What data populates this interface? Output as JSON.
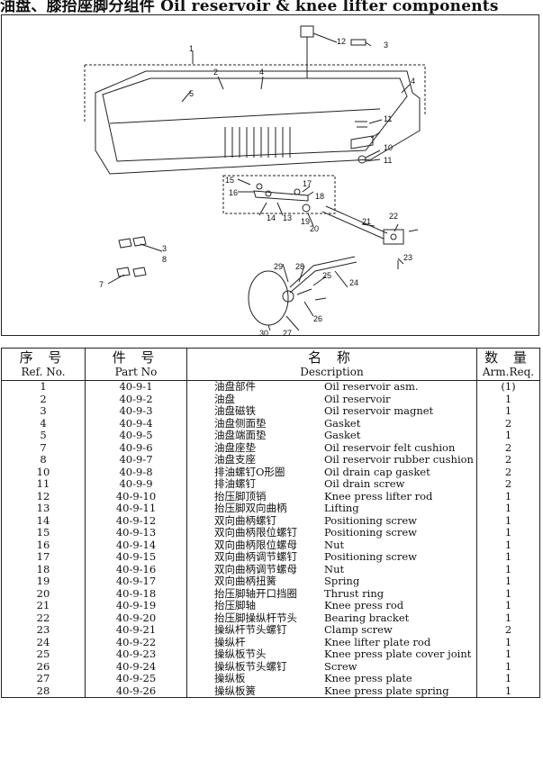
{
  "title": "油盘、膝抬座脚分组件 Oil reservoir & knee lifter components",
  "diagram": {
    "callouts": [
      {
        "num": "1"
      },
      {
        "num": "2"
      },
      {
        "num": "3"
      },
      {
        "num": "3"
      },
      {
        "num": "4"
      },
      {
        "num": "4"
      },
      {
        "num": "5"
      },
      {
        "num": "7"
      },
      {
        "num": "8"
      },
      {
        "num": "10"
      },
      {
        "num": "11"
      },
      {
        "num": "11"
      },
      {
        "num": "12"
      },
      {
        "num": "13"
      },
      {
        "num": "14"
      },
      {
        "num": "15"
      },
      {
        "num": "16"
      },
      {
        "num": "17"
      },
      {
        "num": "18"
      },
      {
        "num": "19"
      },
      {
        "num": "20"
      },
      {
        "num": "21"
      },
      {
        "num": "22"
      },
      {
        "num": "23"
      },
      {
        "num": "24"
      },
      {
        "num": "25"
      },
      {
        "num": "26"
      },
      {
        "num": "27"
      },
      {
        "num": "28"
      },
      {
        "num": "29"
      },
      {
        "num": "30"
      }
    ]
  },
  "table": {
    "headers": {
      "ref_cn": "序 号",
      "ref_en": "Ref. No.",
      "part_cn": "件 号",
      "part_en": "Part No",
      "desc_cn": "名 称",
      "desc_en": "Description",
      "qty_cn": "数 量",
      "qty_en": "Arm.Req."
    },
    "rows": [
      {
        "ref": "1",
        "part": "40-9-1",
        "cn": "油盘部件",
        "en": "Oil reservoir asm.",
        "qty": "(1)"
      },
      {
        "ref": "2",
        "part": "40-9-2",
        "cn": "油盘",
        "en": "Oil reservoir",
        "qty": "1"
      },
      {
        "ref": "3",
        "part": "40-9-3",
        "cn": "油盘磁铁",
        "en": "Oil reservoir magnet",
        "qty": "1"
      },
      {
        "ref": "4",
        "part": "40-9-4",
        "cn": "油盘侧面垫",
        "en": "Gasket",
        "qty": "2"
      },
      {
        "ref": "5",
        "part": "40-9-5",
        "cn": "油盘端面垫",
        "en": "Gasket",
        "qty": "1"
      },
      {
        "ref": "7",
        "part": "40-9-6",
        "cn": "油盘座垫",
        "en": "Oil reservoir felt cushion",
        "qty": "2"
      },
      {
        "ref": "8",
        "part": "40-9-7",
        "cn": "油盘支座",
        "en": "Oil reservoir rubber cushion",
        "qty": "2"
      },
      {
        "ref": "10",
        "part": "40-9-8",
        "cn": "排油螺钉O形圈",
        "en": "Oil drain cap gasket",
        "qty": "2"
      },
      {
        "ref": "11",
        "part": "40-9-9",
        "cn": "排油螺钉",
        "en": "Oil drain screw",
        "qty": "2"
      },
      {
        "ref": "12",
        "part": "40-9-10",
        "cn": "抬压脚顶销",
        "en": "Knee press lifter rod",
        "qty": "1"
      },
      {
        "ref": "13",
        "part": "40-9-11",
        "cn": "抬压脚双向曲柄",
        "en": "Lifting",
        "qty": "1"
      },
      {
        "ref": "14",
        "part": "40-9-12",
        "cn": "双向曲柄螺钉",
        "en": "Positioning screw",
        "qty": "1"
      },
      {
        "ref": "15",
        "part": "40-9-13",
        "cn": "双向曲柄限位螺钉",
        "en": "Positioning screw",
        "qty": "1"
      },
      {
        "ref": "16",
        "part": "40-9-14",
        "cn": "双向曲柄限位螺母",
        "en": "Nut",
        "qty": "1"
      },
      {
        "ref": "17",
        "part": "40-9-15",
        "cn": "双向曲柄调节螺钉",
        "en": "Positioning screw",
        "qty": "1"
      },
      {
        "ref": "18",
        "part": "40-9-16",
        "cn": "双向曲柄调节螺母",
        "en": "Nut",
        "qty": "1"
      },
      {
        "ref": "19",
        "part": "40-9-17",
        "cn": "双向曲柄扭簧",
        "en": "Spring",
        "qty": "1"
      },
      {
        "ref": "20",
        "part": "40-9-18",
        "cn": "抬压脚轴开口挡圈",
        "en": "Thrust ring",
        "qty": "1"
      },
      {
        "ref": "21",
        "part": "40-9-19",
        "cn": "抬压脚轴",
        "en": "Knee press rod",
        "qty": "1"
      },
      {
        "ref": "22",
        "part": "40-9-20",
        "cn": "抬压脚操纵杆节头",
        "en": "Bearing bracket",
        "qty": "1"
      },
      {
        "ref": "23",
        "part": "40-9-21",
        "cn": "操纵杆节头螺钉",
        "en": "Clamp screw",
        "qty": "2"
      },
      {
        "ref": "24",
        "part": "40-9-22",
        "cn": "操纵杆",
        "en": "Knee lifter plate rod",
        "qty": "1"
      },
      {
        "ref": "25",
        "part": "40-9-23",
        "cn": "操纵板节头",
        "en": "Knee press plate cover joint",
        "qty": "1"
      },
      {
        "ref": "26",
        "part": "40-9-24",
        "cn": "操纵板节头螺钉",
        "en": "Screw",
        "qty": "1"
      },
      {
        "ref": "27",
        "part": "40-9-25",
        "cn": "操纵板",
        "en": "Knee press plate",
        "qty": "1"
      },
      {
        "ref": "28",
        "part": "40-9-26",
        "cn": "操纵板簧",
        "en": "Knee press plate spring",
        "qty": "1"
      }
    ]
  }
}
